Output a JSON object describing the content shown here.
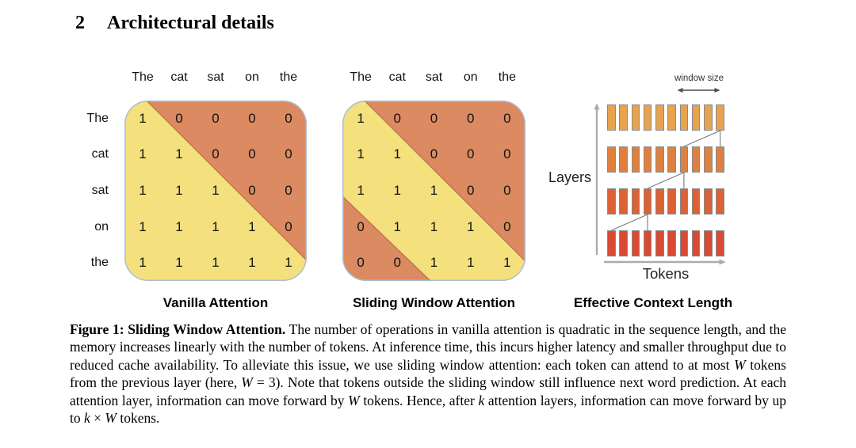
{
  "section": {
    "number": "2",
    "title": "Architectural details"
  },
  "figure": {
    "tokens_words": [
      "The",
      "cat",
      "sat",
      "on",
      "the"
    ],
    "vanilla_matrix": [
      [
        1,
        0,
        0,
        0,
        0
      ],
      [
        1,
        1,
        0,
        0,
        0
      ],
      [
        1,
        1,
        1,
        0,
        0
      ],
      [
        1,
        1,
        1,
        1,
        0
      ],
      [
        1,
        1,
        1,
        1,
        1
      ]
    ],
    "sliding_matrix": [
      [
        1,
        0,
        0,
        0,
        0
      ],
      [
        1,
        1,
        0,
        0,
        0
      ],
      [
        1,
        1,
        1,
        0,
        0
      ],
      [
        0,
        1,
        1,
        1,
        0
      ],
      [
        0,
        0,
        1,
        1,
        1
      ]
    ],
    "labels": {
      "vanilla": "Vanilla Attention",
      "sliding": "Sliding Window Attention",
      "context": "Effective Context Length"
    },
    "context_diagram": {
      "window_size_label": "window size",
      "layers_label": "Layers",
      "tokens_label": "Tokens",
      "rows": 4,
      "tokens_per_row": 10
    },
    "colors": {
      "mask_yellow": "#F4E17D",
      "mask_orange": "#DB8A61",
      "boundary_stroke": "#C4794F",
      "matrix_border": "#AEBDD2",
      "token_row_colors": [
        "#E7A350",
        "#DE8140",
        "#DB6136",
        "#D84A34"
      ],
      "token_border": "#8A8A8A",
      "arrow_gray": "#ABABAB",
      "connector_gray": "#7A7A7A"
    }
  },
  "caption": {
    "segments": [
      {
        "style": "bold",
        "text": "Figure 1: Sliding Window Attention."
      },
      {
        "style": "normal",
        "text": " The number of operations in vanilla attention is quadratic in the sequence length, and the memory increases linearly with the number of tokens. At inference time, this incurs higher latency and smaller throughput due to reduced cache availability. To alleviate this issue, we use sliding window attention: each token can attend to at most "
      },
      {
        "style": "italic",
        "text": "W"
      },
      {
        "style": "normal",
        "text": " tokens from the previous layer (here, "
      },
      {
        "style": "italic",
        "text": "W"
      },
      {
        "style": "normal",
        "text": " = 3). Note that tokens outside the sliding window still influence next word prediction. At each attention layer, information can move forward by "
      },
      {
        "style": "italic",
        "text": "W"
      },
      {
        "style": "normal",
        "text": " tokens. Hence, after "
      },
      {
        "style": "italic",
        "text": "k"
      },
      {
        "style": "normal",
        "text": " attention layers, information can move forward by up to "
      },
      {
        "style": "italic",
        "text": "k"
      },
      {
        "style": "normal",
        "text": " × "
      },
      {
        "style": "italic",
        "text": "W"
      },
      {
        "style": "normal",
        "text": " tokens."
      }
    ]
  },
  "chart_data": [
    {
      "type": "heatmap",
      "title": "Vanilla Attention",
      "x_labels": [
        "The",
        "cat",
        "sat",
        "on",
        "the"
      ],
      "y_labels": [
        "The",
        "cat",
        "sat",
        "on",
        "the"
      ],
      "values": [
        [
          1,
          0,
          0,
          0,
          0
        ],
        [
          1,
          1,
          0,
          0,
          0
        ],
        [
          1,
          1,
          1,
          0,
          0
        ],
        [
          1,
          1,
          1,
          1,
          0
        ],
        [
          1,
          1,
          1,
          1,
          1
        ]
      ]
    },
    {
      "type": "heatmap",
      "title": "Sliding Window Attention",
      "x_labels": [
        "The",
        "cat",
        "sat",
        "on",
        "the"
      ],
      "y_labels": [
        "The",
        "cat",
        "sat",
        "on",
        "the"
      ],
      "values": [
        [
          1,
          0,
          0,
          0,
          0
        ],
        [
          1,
          1,
          0,
          0,
          0
        ],
        [
          1,
          1,
          1,
          0,
          0
        ],
        [
          0,
          1,
          1,
          1,
          0
        ],
        [
          0,
          0,
          1,
          1,
          1
        ]
      ]
    },
    {
      "type": "diagram",
      "title": "Effective Context Length",
      "xlabel": "Tokens",
      "ylabel": "Layers",
      "layers": 4,
      "tokens_per_layer": 10,
      "window_size": 3
    }
  ]
}
